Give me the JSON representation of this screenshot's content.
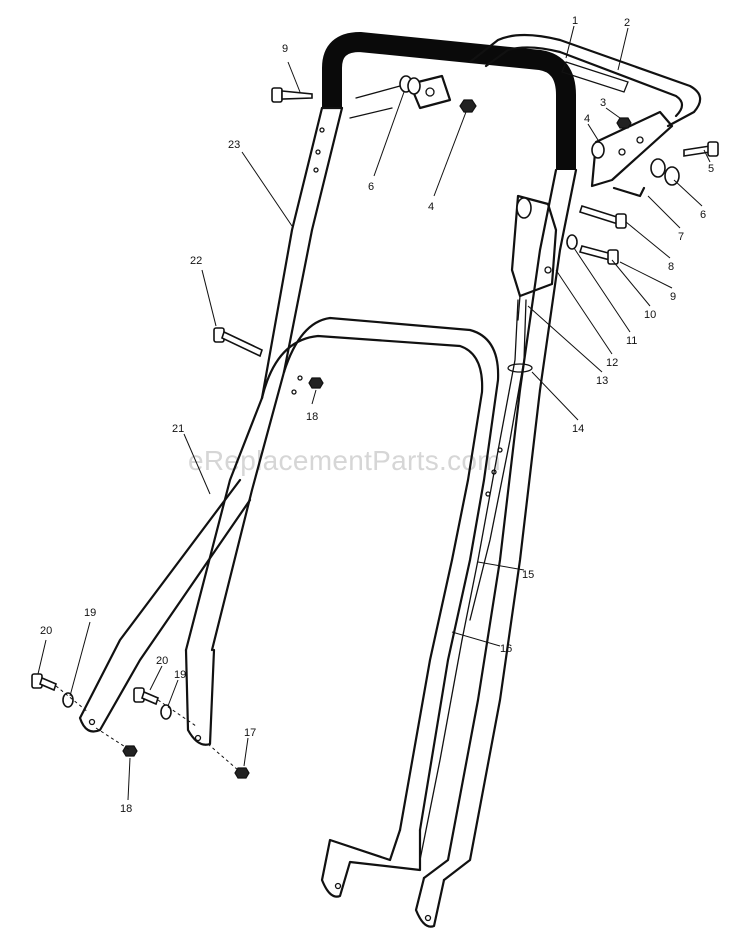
{
  "watermark": "eReplacementParts.com",
  "callouts": [
    {
      "id": "1",
      "label": "1"
    },
    {
      "id": "2",
      "label": "2"
    },
    {
      "id": "3",
      "label": "3"
    },
    {
      "id": "4a",
      "label": "4"
    },
    {
      "id": "5",
      "label": "5"
    },
    {
      "id": "6a",
      "label": "6"
    },
    {
      "id": "7",
      "label": "7"
    },
    {
      "id": "8",
      "label": "8"
    },
    {
      "id": "9a",
      "label": "9"
    },
    {
      "id": "10",
      "label": "10"
    },
    {
      "id": "11",
      "label": "11"
    },
    {
      "id": "12",
      "label": "12"
    },
    {
      "id": "13",
      "label": "13"
    },
    {
      "id": "14",
      "label": "14"
    },
    {
      "id": "15",
      "label": "15"
    },
    {
      "id": "16",
      "label": "16"
    },
    {
      "id": "9b",
      "label": "9"
    },
    {
      "id": "6b",
      "label": "6"
    },
    {
      "id": "4b",
      "label": "4"
    },
    {
      "id": "23",
      "label": "23"
    },
    {
      "id": "22",
      "label": "22"
    },
    {
      "id": "18a",
      "label": "18"
    },
    {
      "id": "21",
      "label": "21"
    },
    {
      "id": "20a",
      "label": "20"
    },
    {
      "id": "19a",
      "label": "19"
    },
    {
      "id": "20b",
      "label": "20"
    },
    {
      "id": "19b",
      "label": "19"
    },
    {
      "id": "17",
      "label": "17"
    },
    {
      "id": "18b",
      "label": "18"
    }
  ]
}
